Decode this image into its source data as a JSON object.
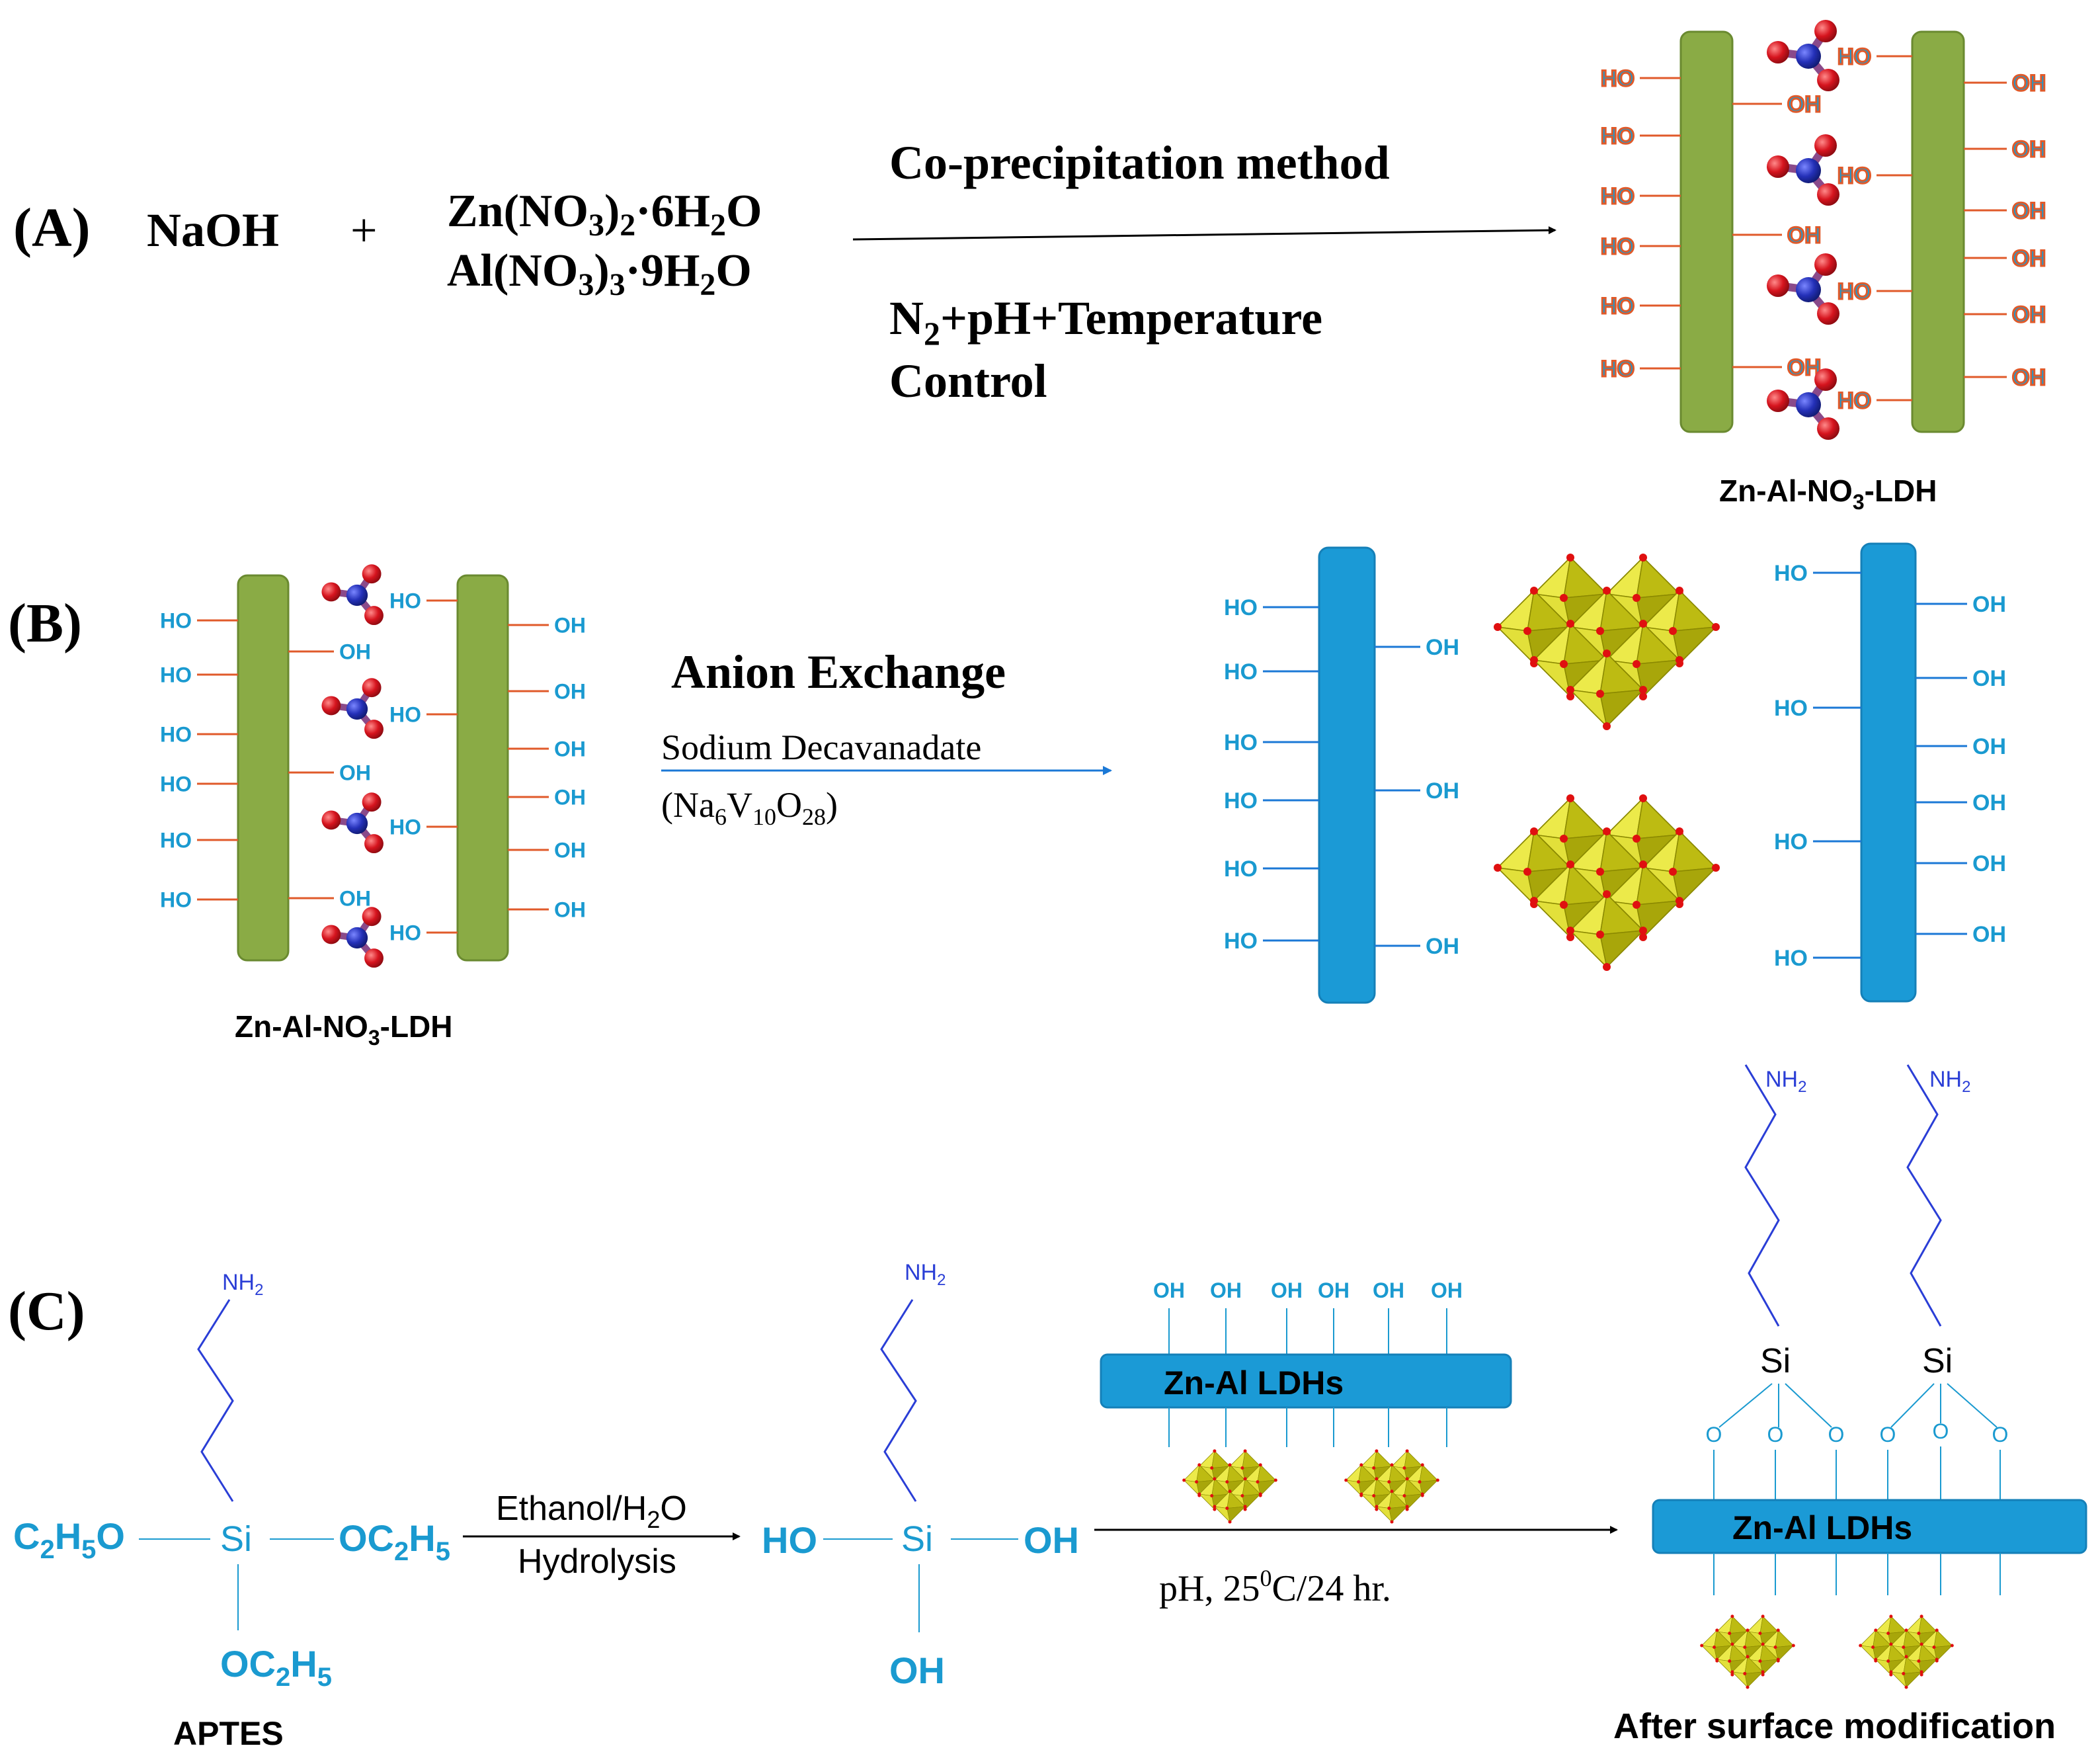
{
  "panel_a": {
    "label": "(A)",
    "reactant1": "NaOH",
    "plus": "+",
    "zn_salt": {
      "a": "Zn(NO",
      "b": "3",
      "c": ")",
      "d": "2",
      "e": "·6H",
      "f": "2",
      "g": "O"
    },
    "al_salt": {
      "a": "Al(NO",
      "b": "3",
      "c": ")",
      "d": "3",
      "e": "·9H",
      "f": "2",
      "g": "O"
    },
    "method": "Co-precipitation  method",
    "conditions1": {
      "a": "N",
      "b": "2",
      "c": "+pH+Temperature"
    },
    "conditions2": "Control",
    "product": {
      "a": "Zn-Al-NO",
      "b": "3",
      "c": "-LDH"
    }
  },
  "panel_b": {
    "label": "(B)",
    "reactant": {
      "a": "Zn-Al-NO",
      "b": "3",
      "c": "-LDH"
    },
    "process": "Anion Exchange",
    "reagent": "Sodium Decavanadate",
    "formula": {
      "a": "(Na",
      "b": "6",
      "c": "V",
      "d": "10",
      "e": "O",
      "f": "28",
      "g": ")"
    }
  },
  "panel_c": {
    "label": "(C)",
    "nh2": {
      "a": "NH",
      "b": "2"
    },
    "si": "Si",
    "ethoxy_left": {
      "a": "C",
      "b": "2",
      "c": "H",
      "d": "5",
      "e": "O"
    },
    "ethoxy": {
      "a": "OC",
      "b": "2",
      "c": "H",
      "d": "5"
    },
    "aptes": "APTES",
    "step1_line1": {
      "a": "Ethanol/H",
      "b": "2",
      "c": "O"
    },
    "step1_line2": "Hydrolysis",
    "ho": "HO",
    "oh": "OH",
    "ldh_label": "Zn-Al LDHs",
    "step2": {
      "a": "pH, 25",
      "b": "0",
      "c": "C/24 hr."
    },
    "o": "O",
    "result": "After surface modification"
  },
  "colors": {
    "green_layer": "#8aab45",
    "blue_layer": "#1b9ad6",
    "hydroxyl_text": "#1a9ad0",
    "orange_bond": "#e05a2a",
    "nitrogen": "#2430b8",
    "oxygen": "#d6141e",
    "polyhedron": "#c8c61a",
    "chain": "#2a3ed6"
  }
}
